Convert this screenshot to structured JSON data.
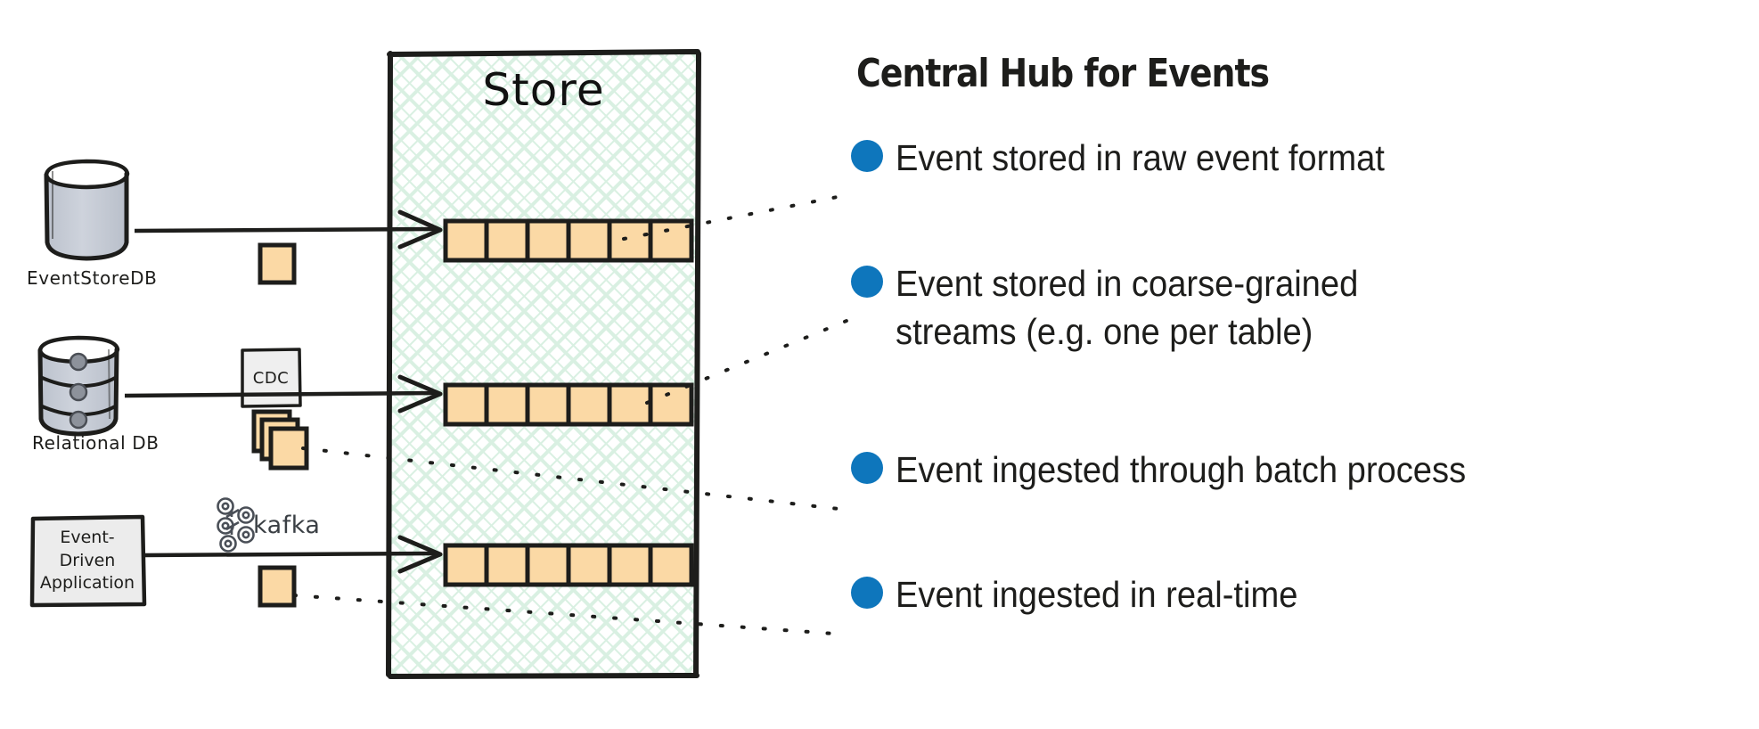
{
  "diagram": {
    "title": "Central Hub for Events",
    "store": {
      "label": "Store",
      "streams": [
        {
          "name": "raw-event-stream",
          "cells": 6
        },
        {
          "name": "coarse-grained-stream",
          "cells": 6
        },
        {
          "name": "realtime-stream",
          "cells": 6
        }
      ]
    },
    "sources": [
      {
        "id": "eventstoredb",
        "label": "EventStoreDB",
        "shape": "cylinder",
        "pipeline_label": "",
        "payload": "single-event-square"
      },
      {
        "id": "relational-db",
        "label": "Relational DB",
        "shape": "stacked-cylinder",
        "pipeline_label": "CDC",
        "payload": "stacked-event-squares"
      },
      {
        "id": "event-driven-application",
        "label": "Event-\nDriven\nApplication",
        "shape": "rect-note",
        "pipeline_label": "kafka",
        "payload": "single-event-square"
      }
    ],
    "bullets": [
      "Event stored in raw event format",
      "Event stored in coarse-grained\nstreams (e.g. one per table)",
      "Event ingested through batch process",
      "Event ingested in real-time"
    ]
  },
  "colors": {
    "bullet_blue": "#0E76BC",
    "event_square_fill": "#FBD9A5",
    "event_square_stroke": "#1d1d1b",
    "store_hatch": "#cfeadb",
    "cylinder_fill": "#c7ccd6",
    "note_fill": "#ececec",
    "ink": "#1d1d1b"
  }
}
